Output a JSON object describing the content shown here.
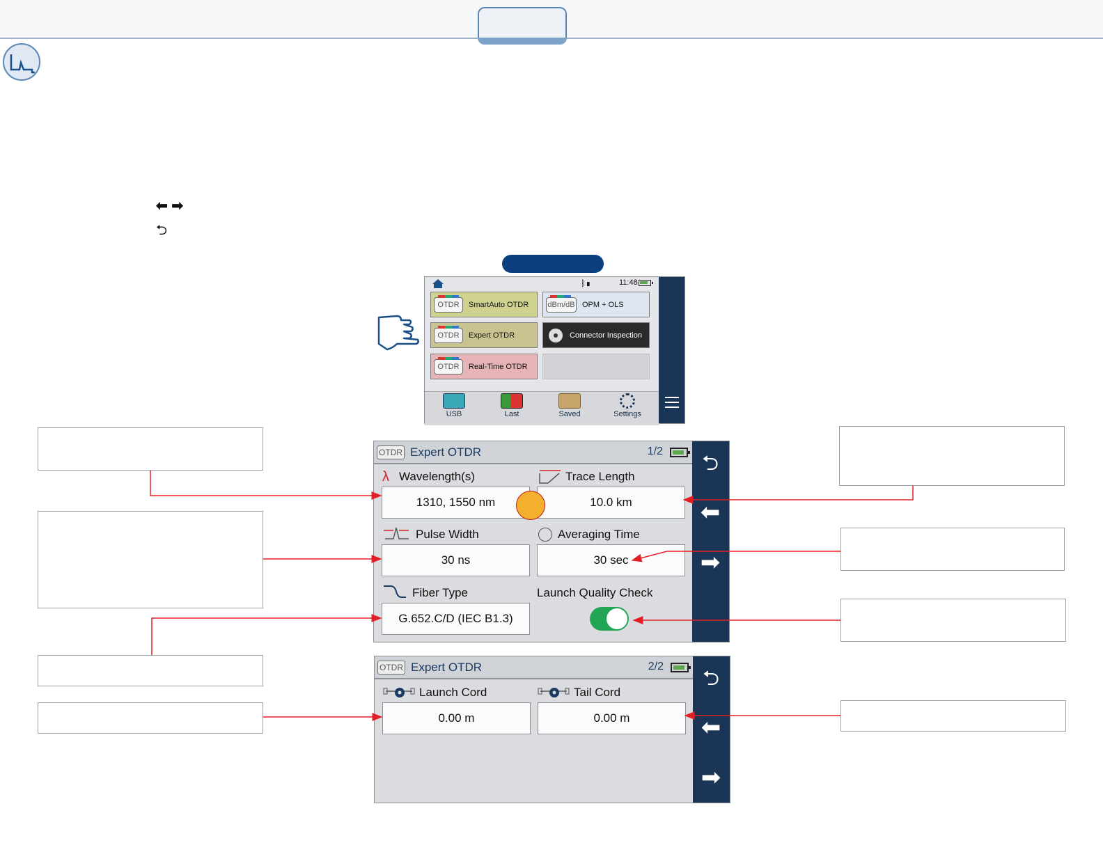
{
  "legend": {
    "arrows_symbol": "⬅ ➡",
    "back_symbol": "⮌"
  },
  "home_screen": {
    "time": "11:48",
    "apps": [
      {
        "badge": "OTDR",
        "label": "SmartAuto OTDR",
        "color": "#cfd18f"
      },
      {
        "badge": "dBm/dB",
        "label": "OPM + OLS",
        "color": "#dde6f1"
      },
      {
        "badge": "OTDR",
        "label": "Expert OTDR",
        "color": "#c9c38f"
      },
      {
        "badge": "",
        "label": "Connector Inspection",
        "color": "#2a2a2a"
      },
      {
        "badge": "OTDR",
        "label": "Real-Time OTDR",
        "color": "#e6b4b6"
      }
    ],
    "bottom": [
      {
        "label": "USB",
        "icon": "usb-icon"
      },
      {
        "label": "Last",
        "icon": "last-result-icon"
      },
      {
        "label": "Saved",
        "icon": "folder-icon"
      },
      {
        "label": "Settings",
        "icon": "gear-icon"
      }
    ]
  },
  "screen1": {
    "badge": "OTDR",
    "title": "Expert OTDR",
    "page": "1/2",
    "wavelength_label": "Wavelength(s)",
    "wavelength_value": "1310, 1550 nm",
    "trace_length_label": "Trace Length",
    "trace_length_value": "10.0 km",
    "pulse_width_label": "Pulse Width",
    "pulse_width_value": "30 ns",
    "averaging_label": "Averaging Time",
    "averaging_value": "30 sec",
    "fiber_type_label": "Fiber Type",
    "fiber_type_value": "G.652.C/D (IEC B1.3)",
    "launch_quality_label": "Launch Quality Check",
    "launch_quality_on": true
  },
  "screen2": {
    "badge": "OTDR",
    "title": "Expert OTDR",
    "page": "2/2",
    "launch_cord_label": "Launch Cord",
    "launch_cord_value": "0.00 m",
    "tail_cord_label": "Tail Cord",
    "tail_cord_value": "0.00 m"
  },
  "colors": {
    "sidebar": "#1a3556",
    "callout_line": "#e41e26",
    "toggle_on": "#21a554",
    "highlight_dot": "#f2b02d"
  }
}
